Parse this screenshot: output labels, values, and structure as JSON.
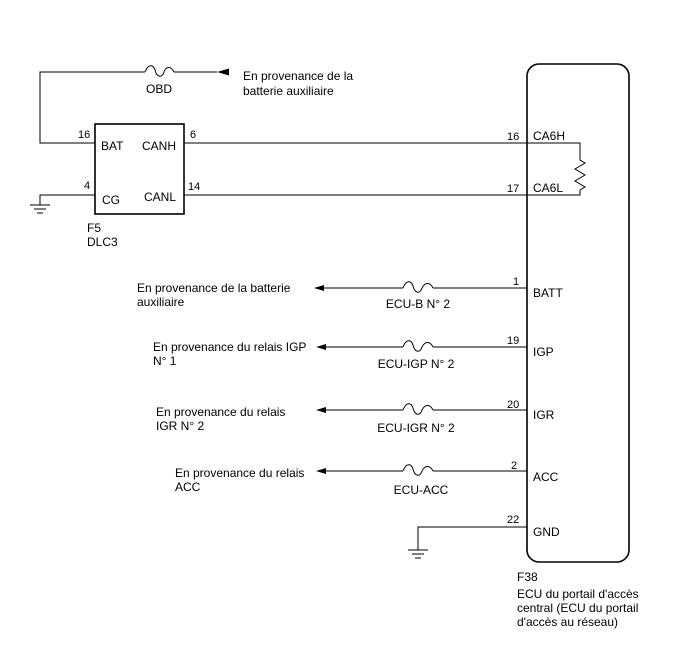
{
  "dlc": {
    "connector": "F5",
    "name": "DLC3",
    "pins": [
      {
        "number": "16",
        "label": "BAT"
      },
      {
        "number": "6",
        "label": "CANH"
      },
      {
        "number": "4",
        "label": "CG"
      },
      {
        "number": "14",
        "label": "CANL"
      }
    ]
  },
  "obd_fuse": {
    "label": "OBD",
    "source_line1": "En provenance de la",
    "source_line2": "batterie auxiliaire"
  },
  "ecu": {
    "connector": "F38",
    "name_lines": [
      "ECU du portail d'accès",
      "central (ECU du portail",
      "d'accès au réseau)"
    ],
    "pins": [
      {
        "number": "16",
        "label": "CA6H"
      },
      {
        "number": "17",
        "label": "CA6L"
      },
      {
        "number": "1",
        "label": "BATT"
      },
      {
        "number": "19",
        "label": "IGP"
      },
      {
        "number": "20",
        "label": "IGR"
      },
      {
        "number": "2",
        "label": "ACC"
      },
      {
        "number": "22",
        "label": "GND"
      }
    ]
  },
  "supply_lines": [
    {
      "source_lines": [
        "En provenance de la batterie",
        "auxiliaire"
      ],
      "fuse": "ECU-B N° 2"
    },
    {
      "source_lines": [
        "En provenance du relais IGP",
        "N° 1"
      ],
      "fuse": "ECU-IGP N° 2"
    },
    {
      "source_lines": [
        "En provenance du relais",
        "IGR N° 2"
      ],
      "fuse": "ECU-IGR N° 2"
    },
    {
      "source_lines": [
        "En provenance du relais",
        "ACC"
      ],
      "fuse": "ECU-ACC"
    }
  ]
}
